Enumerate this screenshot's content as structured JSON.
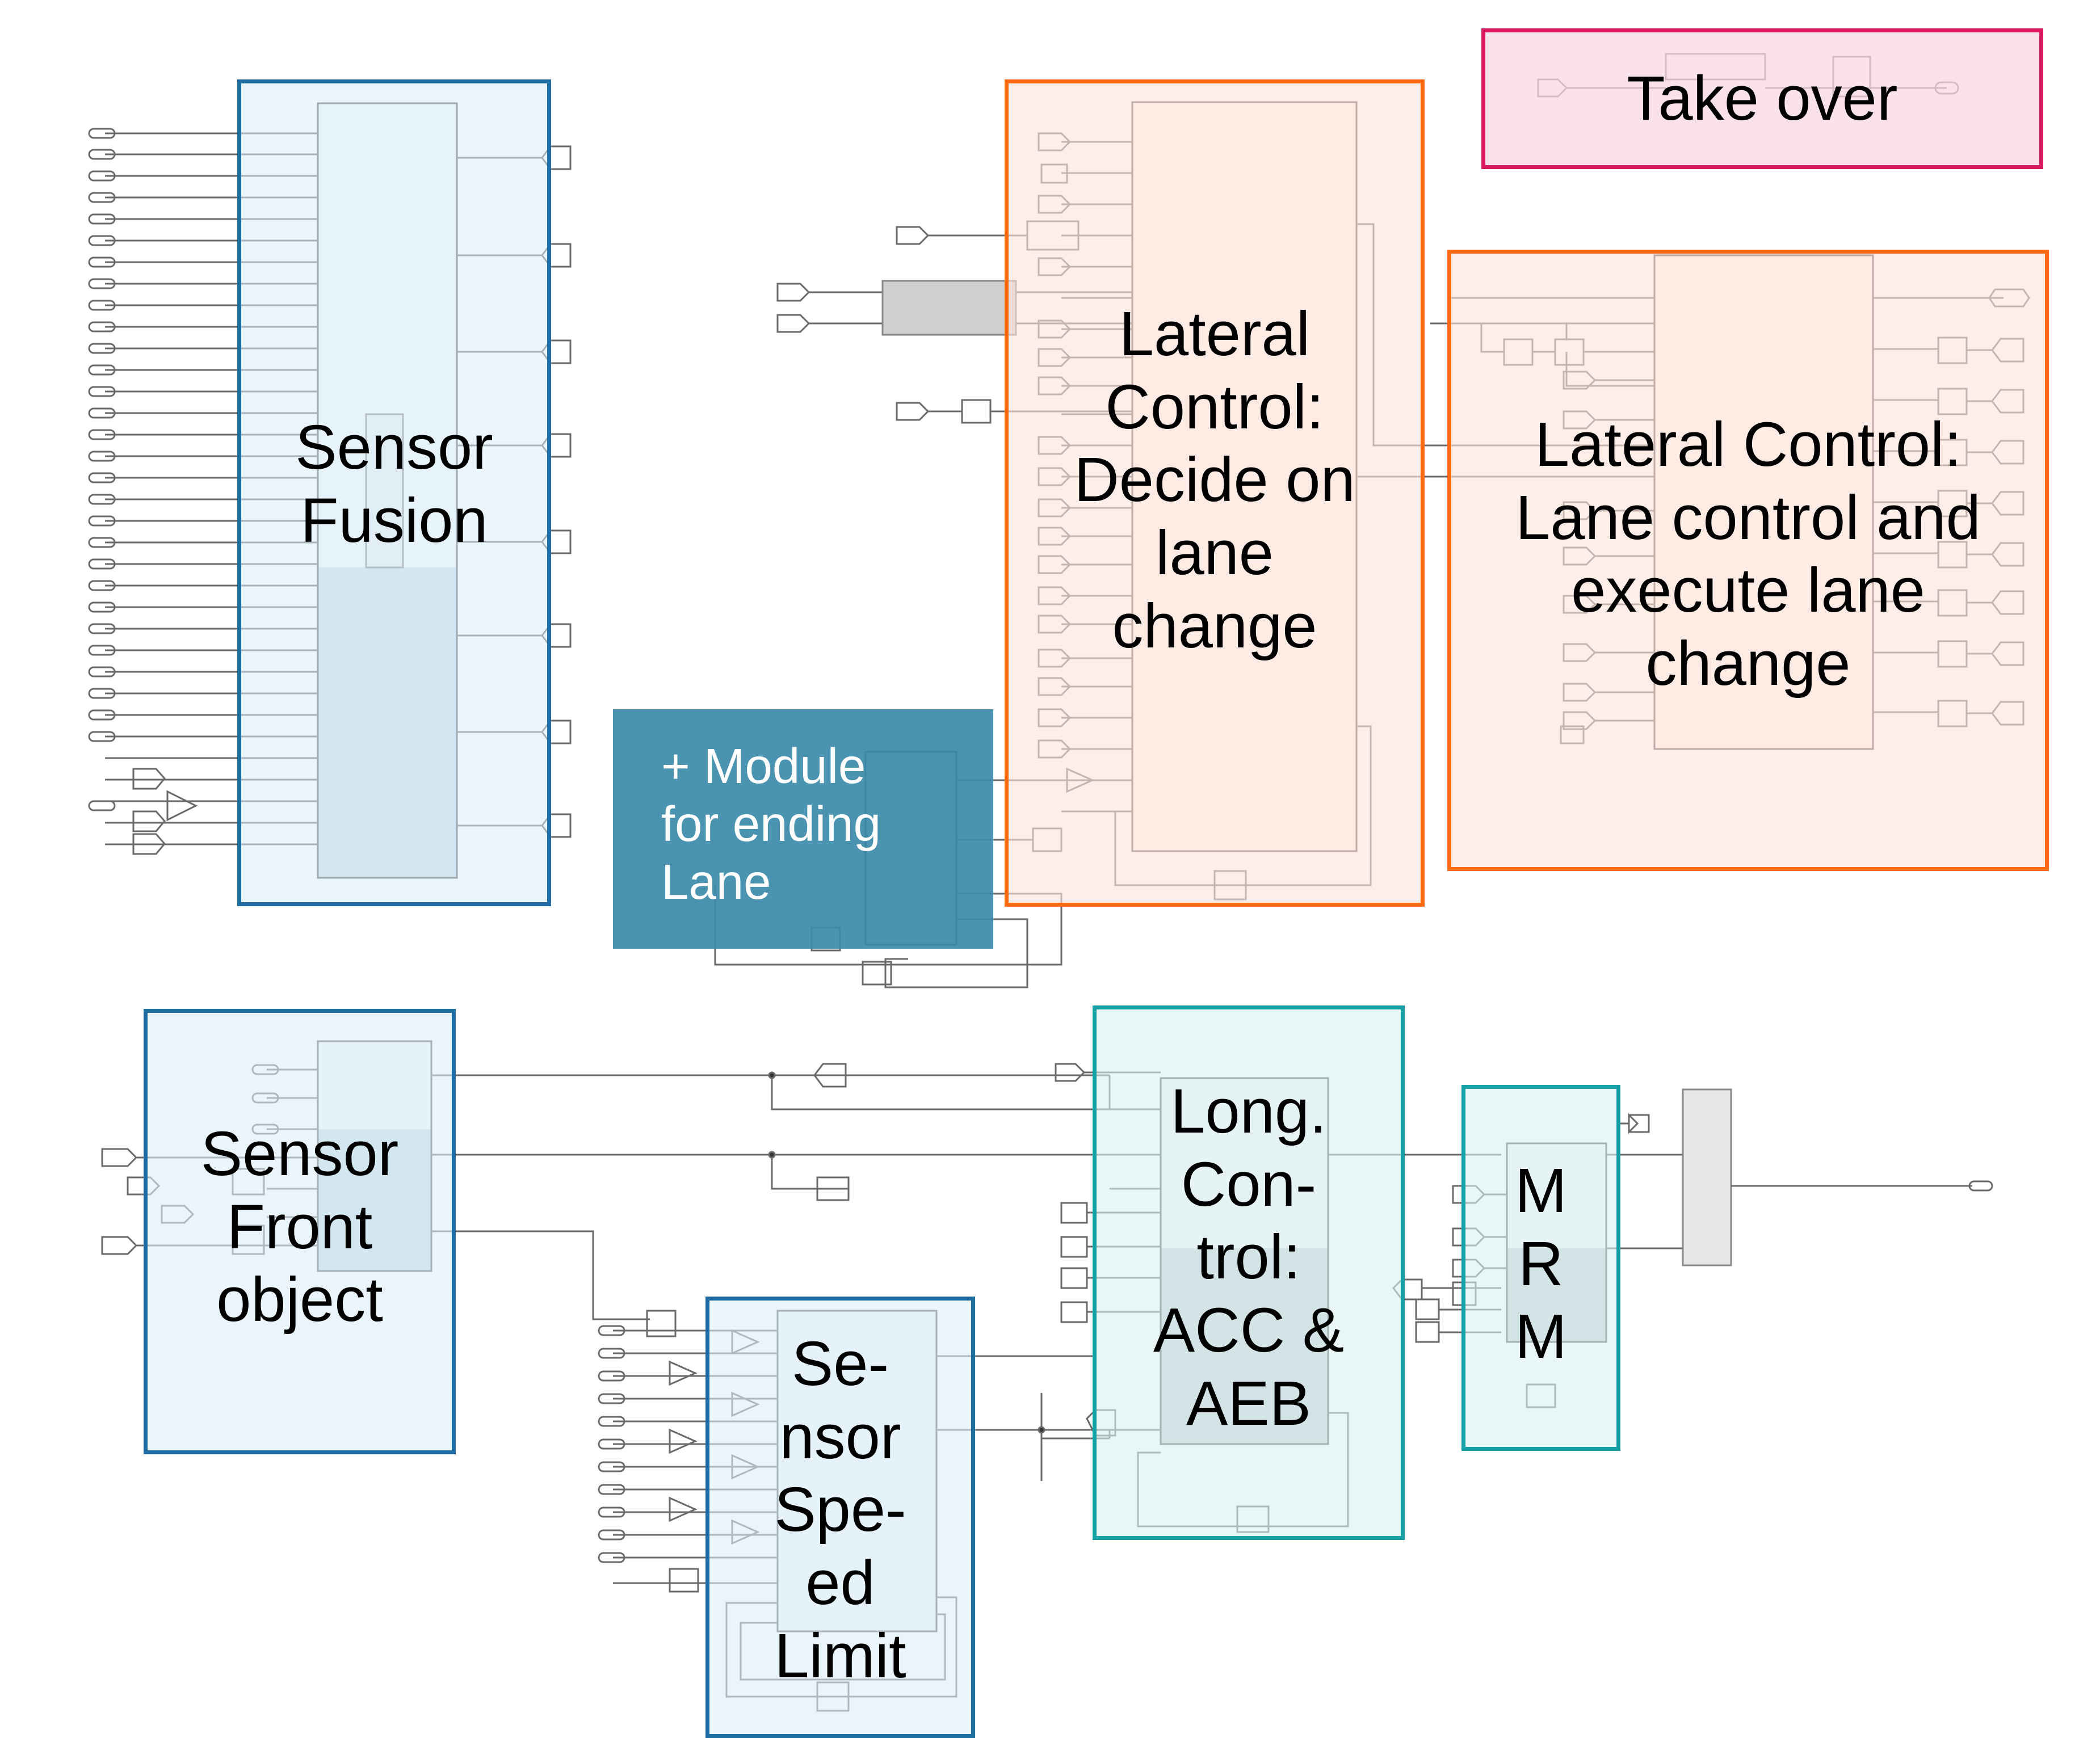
{
  "colors": {
    "blue_border": "#1f6ea3",
    "blue_fill": "#dbeef9",
    "orange_border": "#ff6a13",
    "orange_fill": "#fde4d9",
    "teal_border": "#15a0a6",
    "teal_fill": "#dbf0f0",
    "pink_border": "#d81b60",
    "pink_fill": "#f9d7e5",
    "module_fill": "#3d8cab",
    "wire": "#6a6a6a"
  },
  "blocks": {
    "sensor_fusion": "Sensor\nFusion",
    "lateral_decide": "Lateral\nControl:\nDecide on\nlane\nchange",
    "lateral_execute": "Lateral Control:\nLane control and\nexecute lane\nchange",
    "take_over": "Take over",
    "module_ending_lane": "+ Module\nfor ending\nLane",
    "sensor_front_object": "Sensor\nFront\nobject",
    "sensor_speed_limit": "Se-\nnsor\nSpe-\ned\nLimit",
    "long_control": "Long.\nCon-\ntrol:\nACC &\nAEB",
    "mrm": "M\nR\nM"
  }
}
